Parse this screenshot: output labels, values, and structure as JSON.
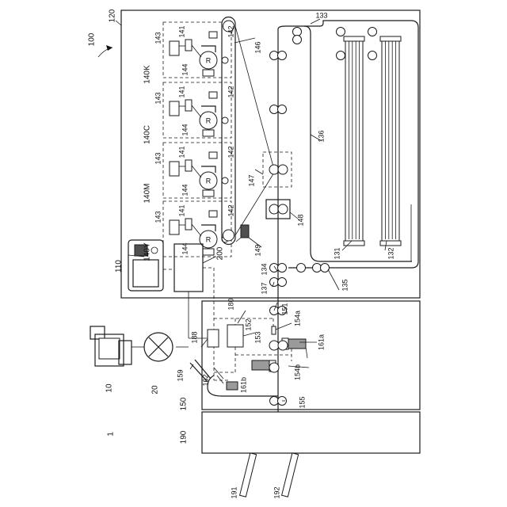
{
  "labels": {
    "fig_system": "1",
    "printer_system": "100",
    "main_body": "120",
    "control_panel": "110",
    "controller": "200",
    "pc": "10",
    "network": "20",
    "station_k": "140K",
    "station_c": "140C",
    "station_m": "140M",
    "station_y": "140Y",
    "drum_letter": "R",
    "n141": "141",
    "n142": "142",
    "n143": "143",
    "n144": "144",
    "belt": "146",
    "n147": "147",
    "n148": "148",
    "n149": "149",
    "paper_path": "136",
    "n133": "133",
    "tray1": "131",
    "tray2": "132",
    "n134": "134",
    "n135": "135",
    "n137": "137",
    "inspection_unit": "150",
    "n151": "151",
    "n152": "152",
    "n153": "153",
    "n154a": "154a",
    "n154b": "154b",
    "n155": "155",
    "n159": "159",
    "n161a": "161a",
    "n161b": "161b",
    "n162": "162",
    "n180": "180",
    "n188": "188",
    "stacker": "190",
    "tray191": "191",
    "tray192": "192"
  }
}
